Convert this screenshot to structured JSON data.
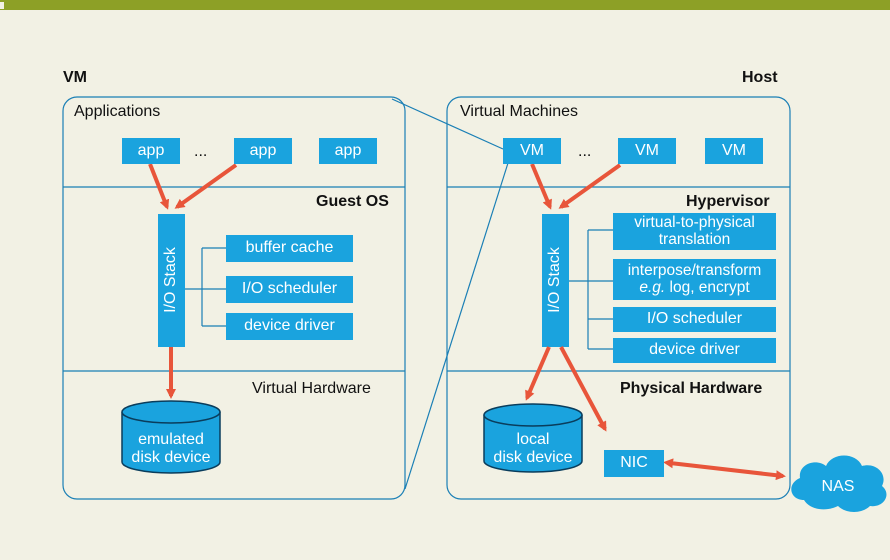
{
  "labels": {
    "vm_title": "VM",
    "host_title": "Host",
    "applications": "Applications",
    "guest_os": "Guest OS",
    "virtual_hardware": "Virtual Hardware",
    "virtual_machines": "Virtual Machines",
    "hypervisor": "Hypervisor",
    "physical_hardware": "Physical Hardware",
    "ellipsis": "..."
  },
  "vm_side": {
    "apps": [
      "app",
      "app",
      "app"
    ],
    "io_stack": "I/O Stack",
    "components": [
      "buffer cache",
      "I/O scheduler",
      "device driver"
    ],
    "disk": [
      "emulated",
      "disk device"
    ]
  },
  "host_side": {
    "vms": [
      "VM",
      "VM",
      "VM"
    ],
    "io_stack": "I/O Stack",
    "translation": [
      "virtual-to-physical",
      "translation"
    ],
    "interpose_line1": "interpose/transform",
    "interpose_eg": "e.g.",
    "interpose_line2": " log, encrypt",
    "scheduler": "I/O scheduler",
    "driver": "device driver",
    "disk": [
      "local",
      "disk device"
    ],
    "nic": "NIC",
    "nas": "NAS"
  },
  "colors": {
    "box": "#1aa3de",
    "arrow": "#e8553a",
    "background": "#f2f1e4",
    "top_bar": "#8da026"
  }
}
